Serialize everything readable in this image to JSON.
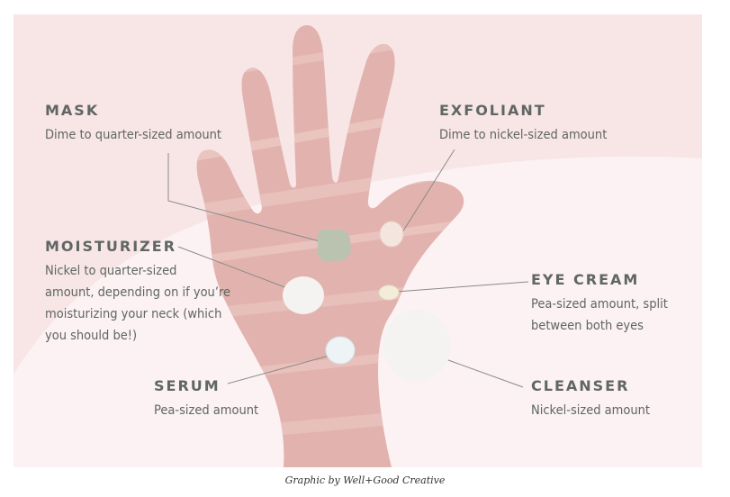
{
  "labels": {
    "mask": {
      "title": "MASK",
      "desc": [
        "Dime to quarter-sized amount"
      ]
    },
    "exfoliant": {
      "title": "EXFOLIANT",
      "desc": [
        "Dime to nickel-sized amount"
      ]
    },
    "moisturizer": {
      "title": "MOISTURIZER",
      "desc": [
        "Nickel to quarter-sized",
        "amount, depending on if you’re",
        "moisturizing your neck (which",
        "you should be!)"
      ]
    },
    "eye_cream": {
      "title": "EYE CREAM",
      "desc": [
        "Pea-sized amount, split",
        "between both eyes"
      ]
    },
    "serum": {
      "title": "SERUM",
      "desc": [
        "Pea-sized amount"
      ]
    },
    "cleanser": {
      "title": "CLEANSER",
      "desc": [
        "Nickel-sized amount"
      ]
    }
  },
  "caption": "Graphic by Well+Good Creative",
  "colors": {
    "background": "#f8e6e7",
    "hand": "#e2b3ae",
    "mask_dab": "#b9c3b0",
    "exfoliant_dab": "#f4e6df",
    "eye_cream_dab": "#f3ecd8",
    "cream_dab": "#f5f3f2",
    "leader_line": "#8a8a8a",
    "text": "#5f6663"
  }
}
